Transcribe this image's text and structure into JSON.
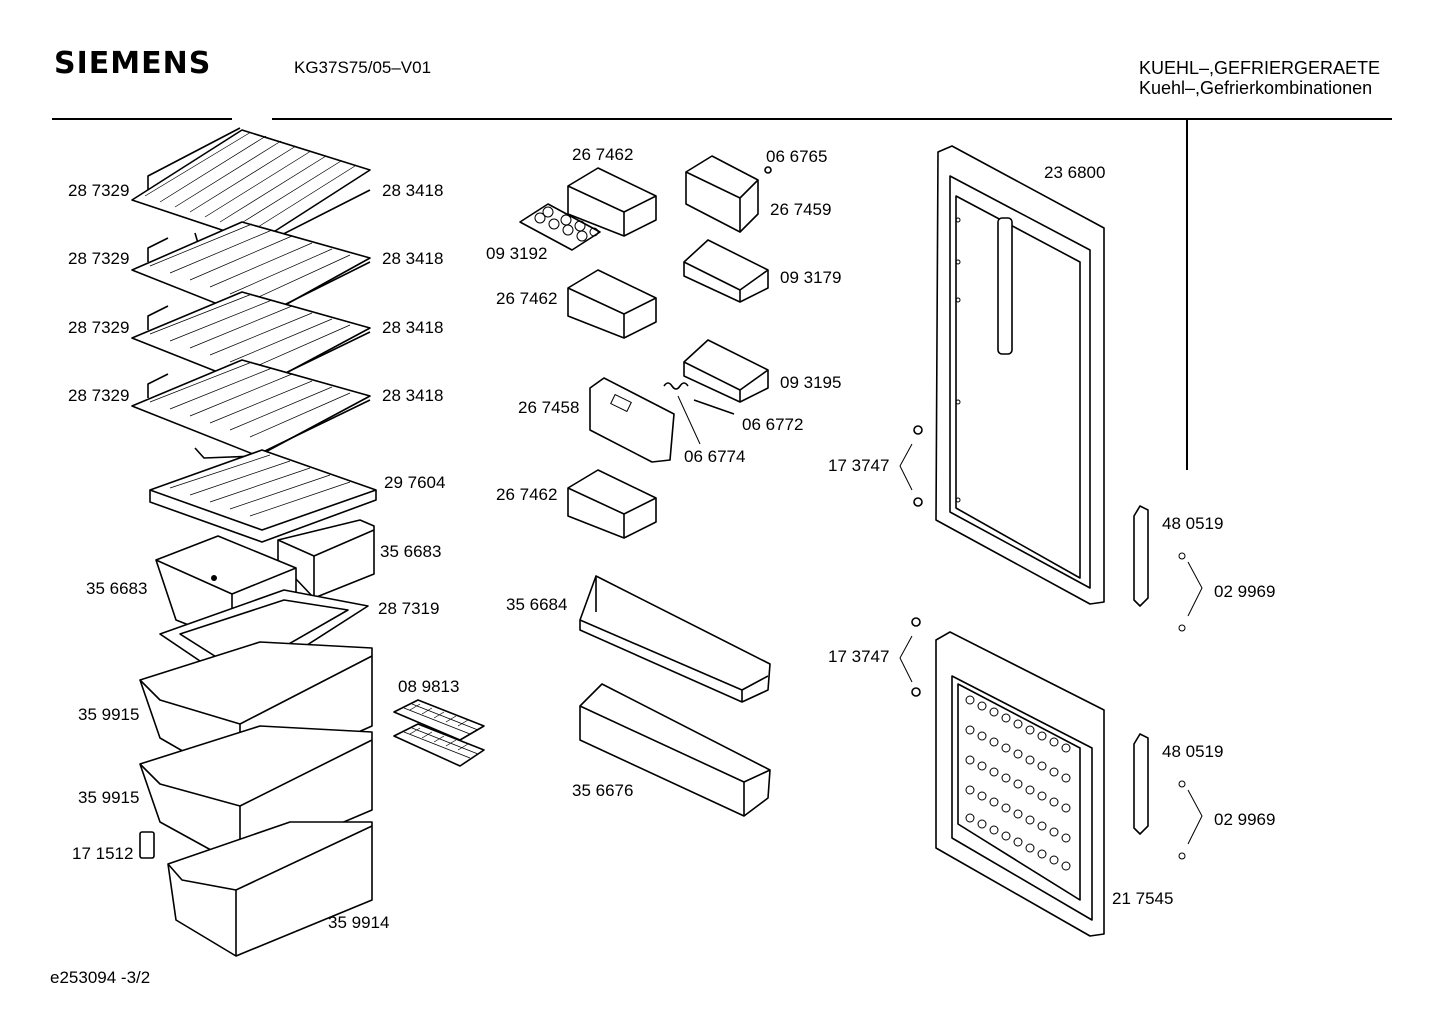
{
  "header": {
    "brand": "SIEMENS",
    "model": "KG37S75/05–V01",
    "category_line1": "KUEHL–,GEFRIERGERAETE",
    "category_line2": "Kuehl–,Gefrierkombinationen"
  },
  "footer": {
    "doc_id": "e253094   -3/2"
  },
  "part_labels": {
    "shelf_frame_1": "28 7329",
    "shelf_frame_2": "28 7329",
    "shelf_frame_3": "28 7329",
    "shelf_frame_4": "28 7329",
    "shelf_trim_1": "28 3418",
    "shelf_trim_2": "28 3418",
    "shelf_trim_3": "28 3418",
    "shelf_trim_4": "28 3418",
    "glass_shelf": "29 7604",
    "small_drawer_right": "35 6683",
    "small_drawer_left": "35 6683",
    "drawer_cover": "28 7319",
    "crisper_1": "35 9915",
    "crisper_2": "35 9915",
    "handle_clip": "17 1512",
    "freezer_drawer": "35 9914",
    "ice_tray": "08 9813",
    "door_shelf_top": "26 7462",
    "egg_tray": "09 3192",
    "door_shelf_mid": "26 7462",
    "butter_lid_pin": "06 6765",
    "butter_box": "26 7459",
    "door_tray_1": "09 3179",
    "door_tray_2": "09 3195",
    "flap": "26 7458",
    "hinge_pin": "06 6772",
    "spring": "06 6774",
    "door_shelf_low": "26 7462",
    "bottle_shelf_1": "35 6684",
    "bottle_shelf_2": "35 6676",
    "upper_door": "23 6800",
    "screws_upper": "17 3747",
    "handle_upper": "48 0519",
    "caps_upper": "02 9969",
    "screws_lower": "17 3747",
    "handle_lower": "48 0519",
    "caps_lower": "02 9969",
    "lower_door": "21 7545"
  }
}
